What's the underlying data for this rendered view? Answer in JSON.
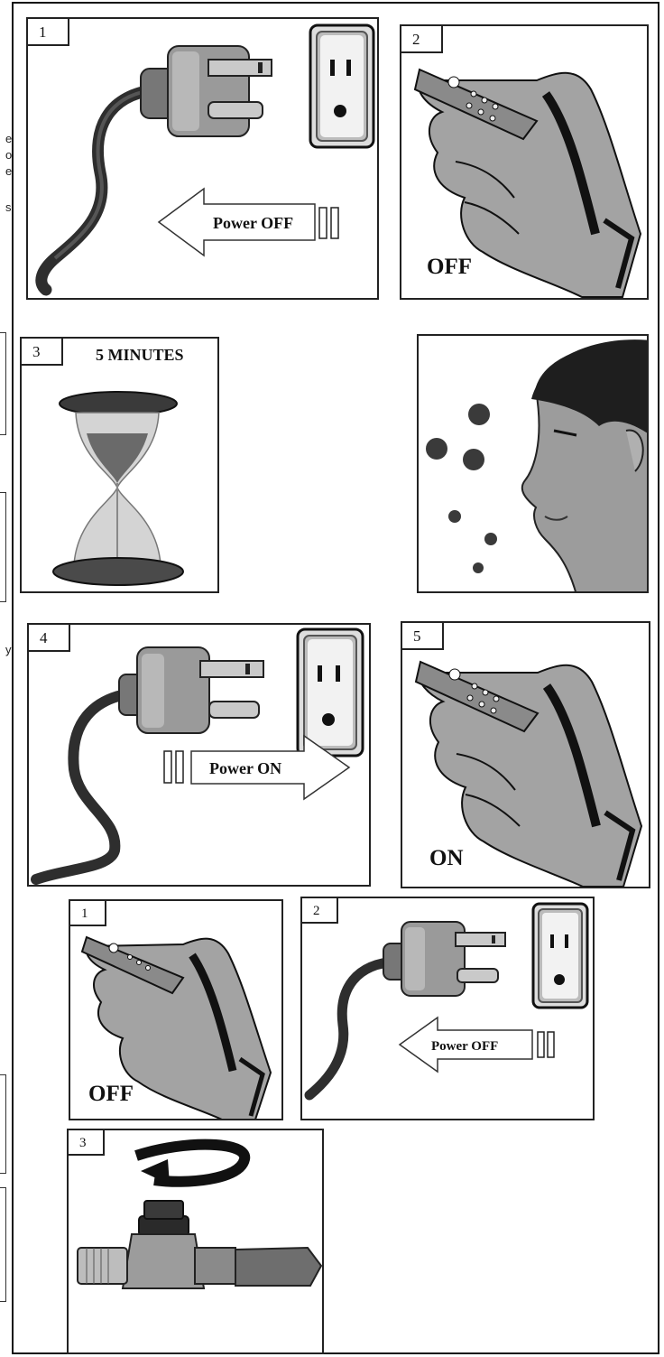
{
  "edge_fragments": [
    "e",
    "o",
    "e",
    "s",
    "y"
  ],
  "steps": {
    "s1": {
      "number": "1",
      "arrow_text": "Power OFF"
    },
    "s2": {
      "number": "2",
      "label": "OFF"
    },
    "s3": {
      "number": "3",
      "caption": "5 MINUTES"
    },
    "s4": {
      "number": "4",
      "arrow_text": "Power ON"
    },
    "s5": {
      "number": "5",
      "label": "ON"
    },
    "b1": {
      "number": "1",
      "label": "OFF"
    },
    "b2": {
      "number": "2",
      "arrow_text": "Power OFF"
    },
    "b3": {
      "number": "3"
    }
  },
  "colors": {
    "ink": "#111111",
    "plug_gray": "#9a9a9a",
    "hand_gray": "#a3a3a3",
    "cord": "#2e2e2e"
  }
}
